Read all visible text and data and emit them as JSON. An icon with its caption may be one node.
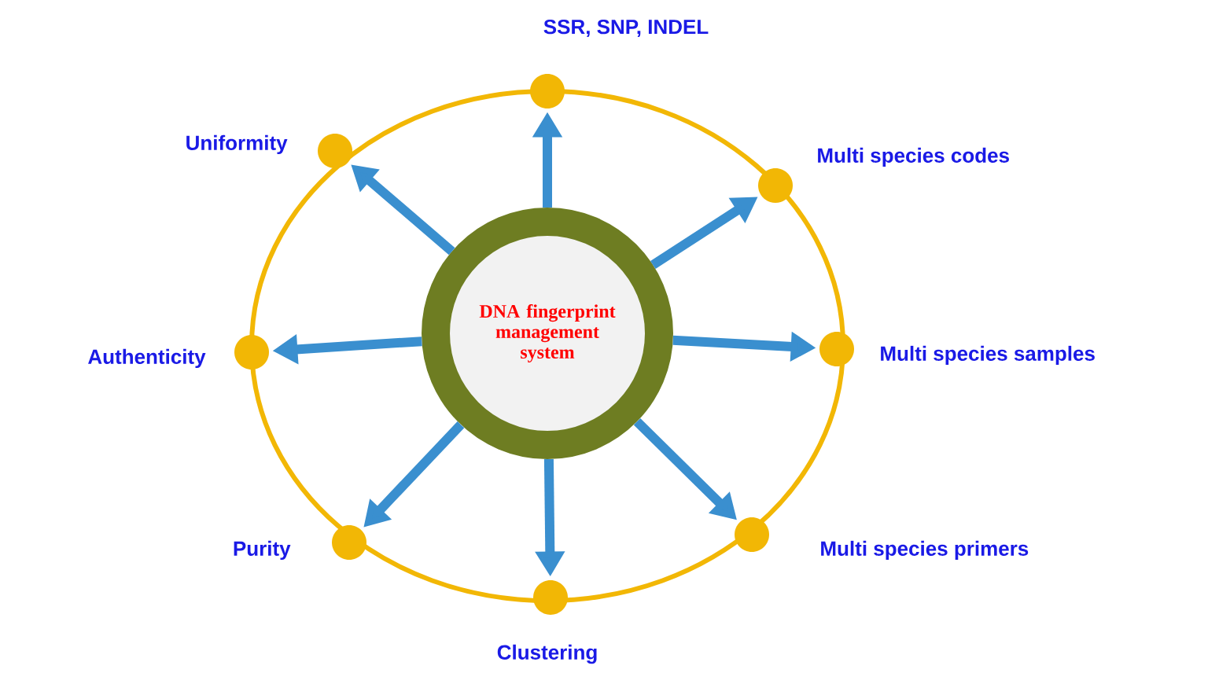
{
  "diagram": {
    "nodes": [
      {
        "text": [
          "DNA fingerprint management system"
        ]
      },
      {
        "text": [],
        "shape": "circle",
        "beside": [
          "SSR, SNP, INDEL"
        ]
      },
      {
        "text": [],
        "shape": "circle",
        "beside": [
          "Multi species codes"
        ]
      },
      {
        "text": [],
        "shape": "circle",
        "beside": [
          "Multi species samples"
        ]
      },
      {
        "text": [],
        "shape": "circle",
        "beside": [
          "Multi species primers"
        ]
      },
      {
        "text": [],
        "shape": "circle",
        "beside": [
          "Clustering"
        ]
      },
      {
        "text": [],
        "shape": "circle",
        "beside": [
          "Purity"
        ]
      },
      {
        "text": [],
        "shape": "circle",
        "beside": [
          "Authenticity"
        ]
      },
      {
        "text": [],
        "shape": "circle",
        "beside": [
          "Uniformity"
        ]
      }
    ],
    "edges": [
      {
        "from": 0,
        "to": 1,
        "arrow": "to"
      },
      {
        "from": 0,
        "to": 2,
        "arrow": "to"
      },
      {
        "from": 0,
        "to": 3,
        "arrow": "to"
      },
      {
        "from": 0,
        "to": 4,
        "arrow": "to"
      },
      {
        "from": 0,
        "to": 5,
        "arrow": "to"
      },
      {
        "from": 0,
        "to": 6,
        "arrow": "to"
      },
      {
        "from": 0,
        "to": 7,
        "arrow": "to"
      },
      {
        "from": 0,
        "to": 8,
        "arrow": "to"
      }
    ]
  }
}
